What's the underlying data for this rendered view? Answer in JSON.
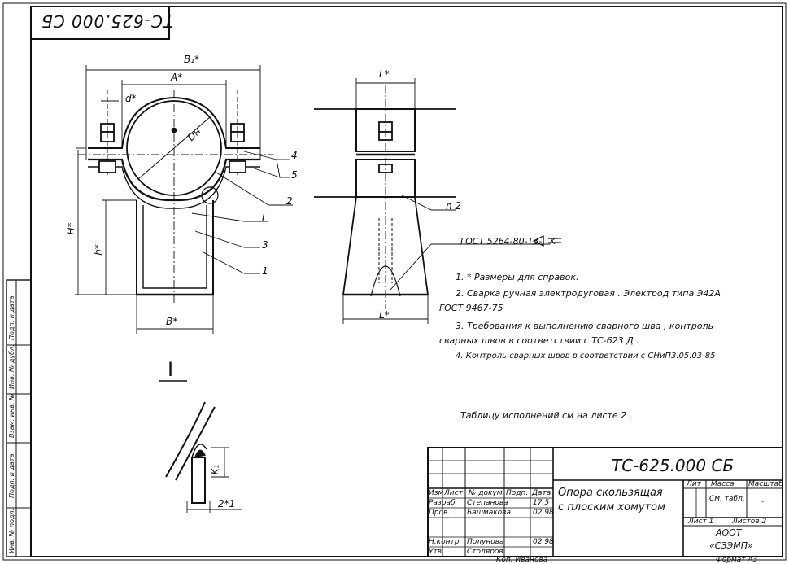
{
  "document": {
    "code_stamp": "ТС-625.000 СБ",
    "section_mark": "I",
    "leader_marks": [
      "I",
      "2",
      "3",
      "1",
      "4",
      "5",
      "n 2"
    ]
  },
  "dimensions": {
    "B1": "B₁*",
    "A": "A*",
    "d": "d*",
    "Dn": "Dн",
    "H": "H*",
    "h": "h*",
    "B": "B*",
    "L_top": "L*",
    "L_bottom": "L*",
    "K1": "K₁",
    "weld": "2*1"
  },
  "notes": {
    "weld_symbol": "ГОСТ 5264-80-Т3-",
    "weld_symbol_k": "K",
    "n1": "1. * Размеры для справок.",
    "n2_a": "2. Сварка ручная электродуговая . Электрод типа Э42А",
    "n2_b": "ГОСТ 9467-75",
    "n3_a": "3. Требования к выполнению сварного шва , контроль",
    "n3_b": "сварных швов в соответствии с ТС-623 Д .",
    "n4": "4. Контроль сварных швов в соответствии с СНиП3.05.03-85",
    "table_ref": "Таблицу исполнений см на листе 2 ."
  },
  "title_block": {
    "code": "ТС-625.000 СБ",
    "name_line1": "Опора скользящая",
    "name_line2": "с плоским хомутом",
    "col_lit": "Лит",
    "col_mass": "Масса",
    "col_scale": "Масштаб",
    "mass_value": "См. табл.",
    "scale_value": "-",
    "sheet": "Лист 1",
    "sheets": "Листов 2",
    "org1": "АООТ",
    "org2": "«СЗЭМП»",
    "hdr": [
      "Изм",
      "Лист",
      "№ докум.",
      "Подп.",
      "Дата"
    ],
    "row_razrab": [
      "Разраб.",
      "Степанова",
      "",
      "17.5"
    ],
    "row_prov": [
      "Пров.",
      "Башмакова",
      "",
      "02.98"
    ],
    "row_nkontr": [
      "Н.контр.",
      "Полунова",
      "",
      "02.98"
    ],
    "row_utv": [
      "Утв.",
      "Столяров",
      "",
      ""
    ],
    "footer_left": "Коп. Иванова",
    "footer_right": "Формат А3"
  },
  "side_stamp": [
    "Инв. № подл.",
    "Подп. и дата",
    "Взам. инв. №",
    "Инв. № дубл.",
    "Подп. и дата"
  ]
}
